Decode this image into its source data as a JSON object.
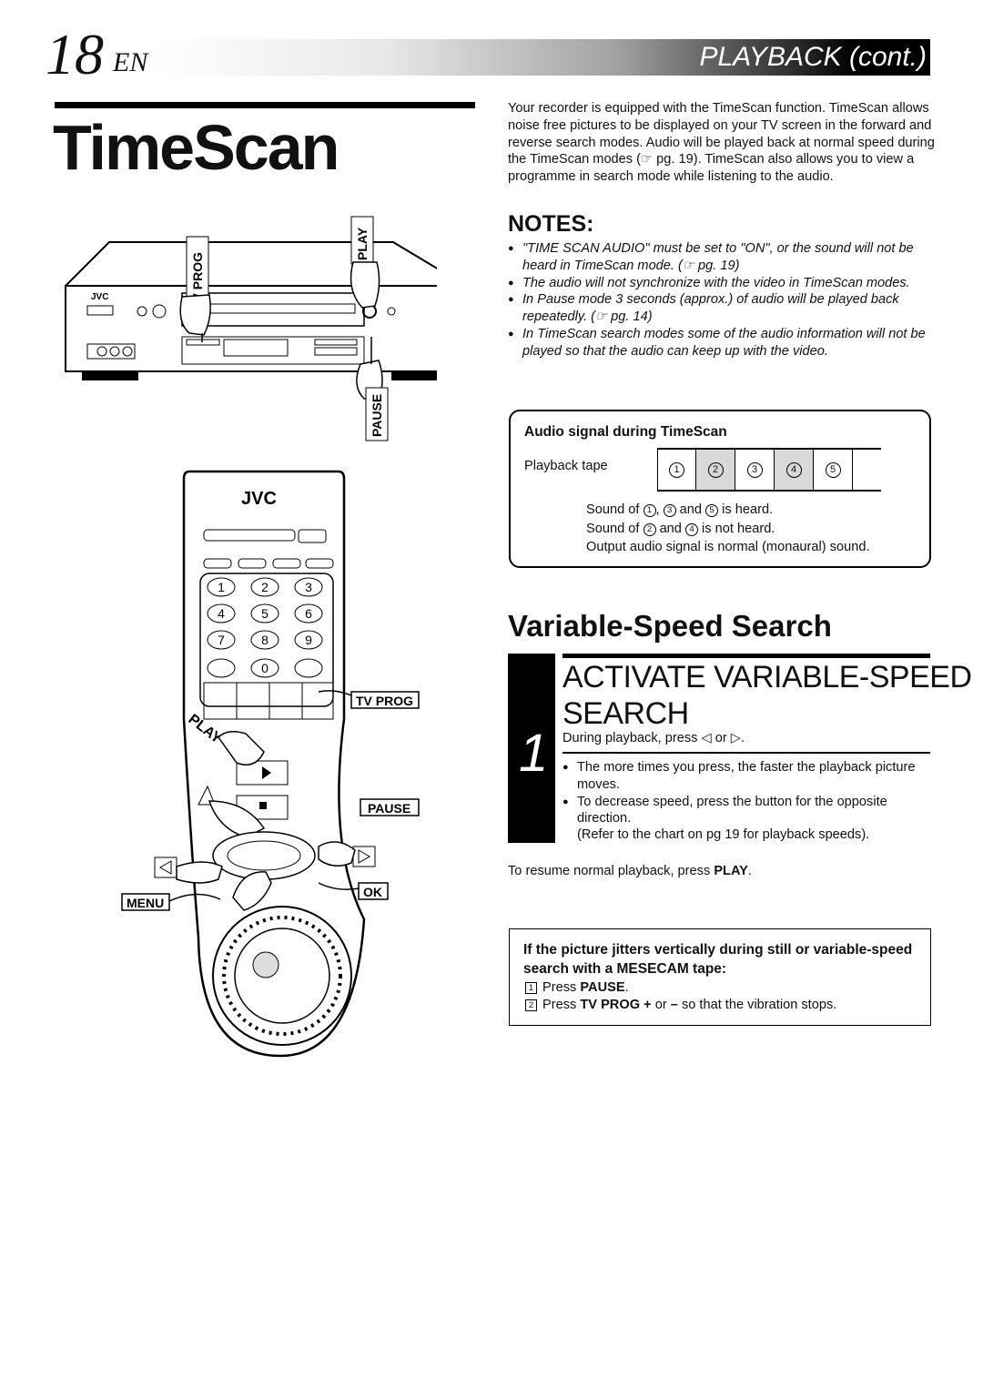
{
  "header": {
    "page_number": "18",
    "language": "EN",
    "section": "PLAYBACK (cont.)"
  },
  "title": "TimeScan",
  "intro": "Your recorder is equipped with the TimeScan function. TimeScan allows noise free pictures to be displayed on your TV screen in the forward and reverse search modes. Audio will be played back at normal speed during the TimeScan modes (☞ pg. 19). TimeScan also allows you to view a programme in search mode while listening to the audio.",
  "notes": {
    "title": "NOTES:",
    "items": [
      "\"TIME SCAN AUDIO\" must be set to \"ON\", or the sound will not be heard in TimeScan mode. (☞ pg. 19)",
      "The audio will not synchronize with the video in TimeScan modes.",
      "In Pause mode 3 seconds (approx.) of audio will be played back repeatedly. (☞ pg. 14)",
      "In TimeScan search modes some of the audio information will not be played so that the audio can keep up with the video."
    ]
  },
  "audio_box": {
    "title": "Audio signal during TimeScan",
    "tape_label": "Playback tape",
    "tape_cells": [
      "1",
      "2",
      "3",
      "4",
      "5"
    ],
    "line1_prefix": "Sound of",
    "line1_a": "1",
    "line1_b": "3",
    "line1_and": "and",
    "line1_c": "5",
    "line1_suffix": "is heard.",
    "line2_prefix": "Sound of",
    "line2_a": "2",
    "line2_and": "and",
    "line2_b": "4",
    "line2_suffix": "is not heard.",
    "line3": "Output audio signal is normal (monaural) sound."
  },
  "variable_speed": {
    "title": "Variable-Speed Search",
    "step_number": "1",
    "step_title_line1": "ACTIVATE VARIABLE-SPEED",
    "step_title_line2": "SEARCH",
    "step_sub": "During playback, press ◁ or ▷.",
    "bullets": [
      "The more times you press, the faster the playback picture moves.",
      "To decrease speed, press the button for the opposite direction."
    ],
    "reference": "(Refer to the chart on pg 19 for playback speeds).",
    "resume_prefix": "To resume normal playback, press",
    "resume_key": "PLAY",
    "resume_suffix": "."
  },
  "mesecam": {
    "title": "If the picture jitters vertically during still or variable-speed search with a MESECAM tape:",
    "step1_num": "1",
    "step1_prefix": "Press",
    "step1_key": "PAUSE",
    "step1_suffix": ".",
    "step2_num": "2",
    "step2_prefix": "Press",
    "step2_key": "TV PROG +",
    "step2_mid": "or",
    "step2_key2": "–",
    "step2_suffix": "so that the vibration stops."
  },
  "figure": {
    "vcr_brand": "JVC",
    "remote_brand": "JVC",
    "labels": {
      "tv_prog_vertical": "TV PROG",
      "play_vertical": "PLAY",
      "pause_vertical": "PAUSE",
      "tv_prog": "TV PROG",
      "play_diag": "PLAY",
      "pause": "PAUSE",
      "ok": "OK",
      "menu": "MENU"
    },
    "keypad": [
      "1",
      "2",
      "3",
      "4",
      "5",
      "6",
      "7",
      "8",
      "9",
      "0"
    ]
  }
}
